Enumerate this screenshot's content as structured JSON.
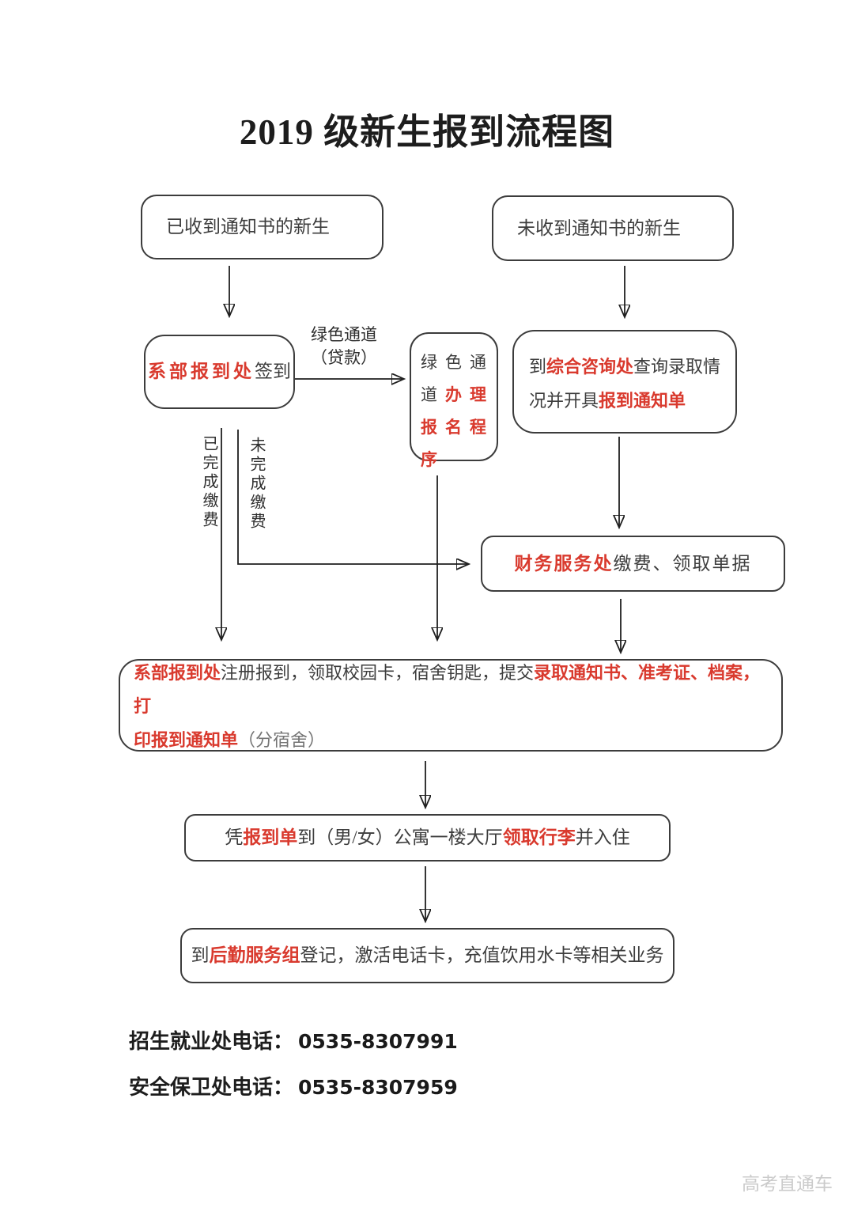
{
  "page": {
    "title": "2019 级新生报到流程图",
    "watermark": "高考直通车"
  },
  "colors": {
    "red": "#d93a2e",
    "ink": "#3d3d3d",
    "border": "#3c3c3c",
    "gray": "#757575",
    "watermark": "#cbcbcb",
    "arrow": "#1f1f1f"
  },
  "flowchart": {
    "nodes": {
      "received": {
        "segments": [
          {
            "t": "已收到通知书的新生"
          }
        ]
      },
      "no_notice": {
        "segments": [
          {
            "t": "未收到通知书的新生"
          }
        ]
      },
      "dept_signin": {
        "segments": [
          {
            "t": "系部报到处",
            "c": "red"
          },
          {
            "t": "签到"
          }
        ]
      },
      "green_channel": {
        "segments": [
          {
            "t": "绿色通"
          },
          {
            "br": true
          },
          {
            "t": "道"
          },
          {
            "t": "办理",
            "c": "red"
          },
          {
            "br": true
          },
          {
            "t": "报名程",
            "c": "red"
          },
          {
            "br": true
          },
          {
            "t": "序",
            "c": "red"
          }
        ]
      },
      "consult": {
        "segments": [
          {
            "t": "到"
          },
          {
            "t": "综合咨询处",
            "c": "red"
          },
          {
            "t": "查询录取情"
          },
          {
            "br": true
          },
          {
            "t": "况并开具"
          },
          {
            "t": "报到通知单",
            "c": "red"
          }
        ]
      },
      "finance": {
        "segments": [
          {
            "t": "财务服务处",
            "c": "red"
          },
          {
            "t": "缴费、领取单据"
          }
        ]
      },
      "register": {
        "segments": [
          {
            "t": "系部报到处",
            "c": "red"
          },
          {
            "t": "注册报到，领取校园卡，宿舍钥匙，提交"
          },
          {
            "t": "录取通知书、准考证、档案，打",
            "c": "red"
          },
          {
            "br": true
          },
          {
            "t": "印报到通知单",
            "c": "red"
          },
          {
            "t": "（分宿舍）",
            "c": "gray"
          }
        ]
      },
      "dorm": {
        "segments": [
          {
            "t": "凭"
          },
          {
            "t": "报到单",
            "c": "red"
          },
          {
            "t": "到（男/女）公寓一楼大厅"
          },
          {
            "t": "领取行李",
            "c": "red"
          },
          {
            "t": "并入住"
          }
        ]
      },
      "logistics": {
        "segments": [
          {
            "t": "到"
          },
          {
            "t": "后勤服务组",
            "c": "red"
          },
          {
            "t": "登记，激活电话卡，充值饮用水卡等相关业务"
          }
        ]
      }
    },
    "edge_labels": {
      "green_channel_line1": "绿色通道",
      "green_channel_line2": "（贷款）",
      "paid": "已完成缴费",
      "unpaid": "未完成缴费"
    }
  },
  "footer": {
    "lines": [
      {
        "label": "招生就业处电话：",
        "phone": "0535-8307991"
      },
      {
        "label": "安全保卫处电话：",
        "phone": "0535-8307959"
      }
    ]
  }
}
